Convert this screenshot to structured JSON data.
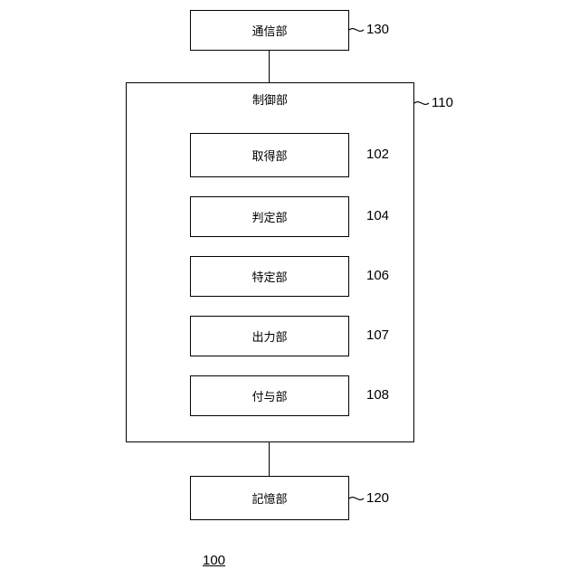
{
  "communication": {
    "label": "通信部",
    "ref": "130"
  },
  "controller": {
    "label": "制御部",
    "ref": "110",
    "units": [
      {
        "label": "取得部",
        "ref": "102"
      },
      {
        "label": "判定部",
        "ref": "104"
      },
      {
        "label": "特定部",
        "ref": "106"
      },
      {
        "label": "出力部",
        "ref": "107"
      },
      {
        "label": "付与部",
        "ref": "108"
      }
    ]
  },
  "storage": {
    "label": "記憶部",
    "ref": "120"
  },
  "figure_ref": "100"
}
